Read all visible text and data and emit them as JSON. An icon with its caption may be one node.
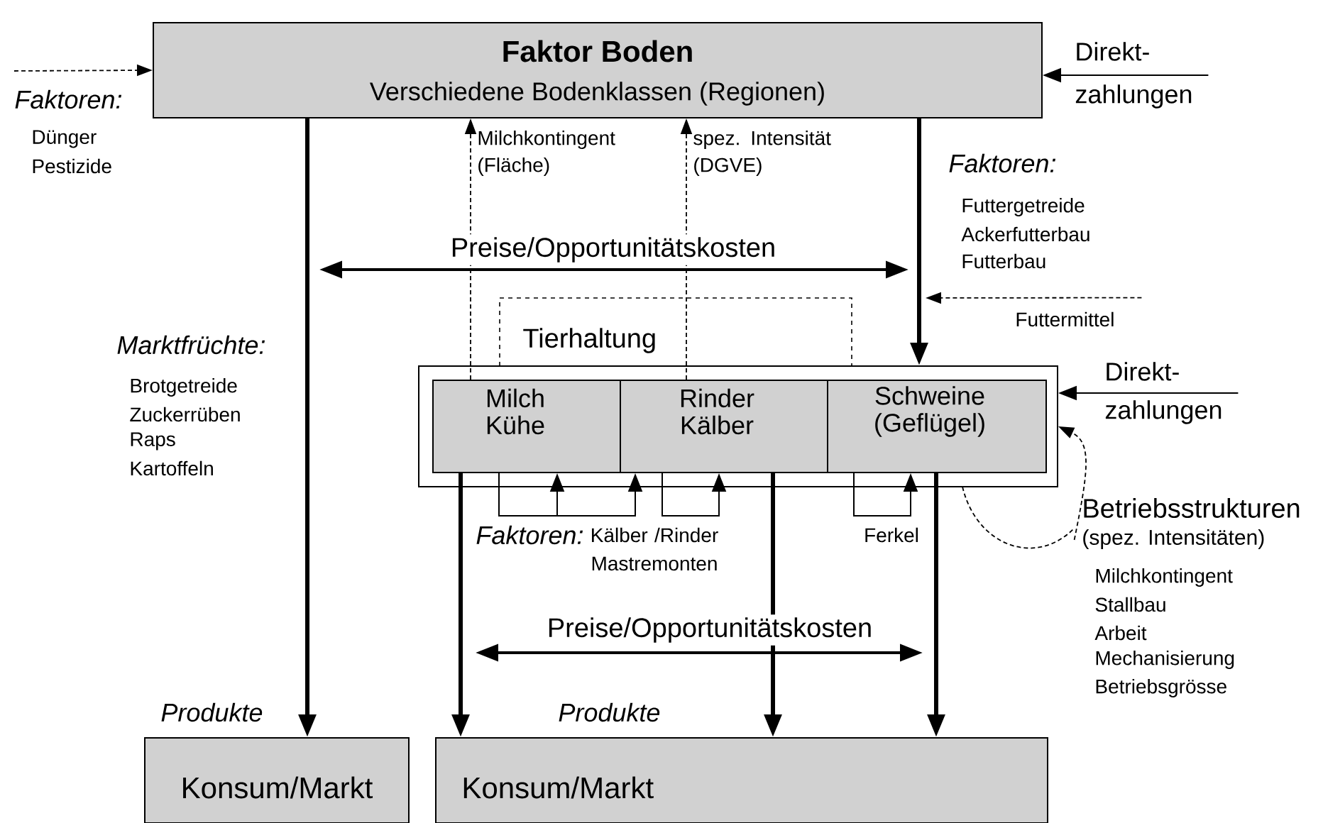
{
  "diagram": {
    "nodes": [
      {
        "text": [
          "Faktor Boden",
          "Verschiedene Bodenklassen (Regionen)"
        ]
      },
      {
        "text": [
          "Tierhaltung"
        ]
      },
      {
        "text": [],
        "shape": "box"
      },
      {
        "text": [
          "Milch Kühe"
        ],
        "in": 2
      },
      {
        "text": [
          "Rinder Kälber"
        ],
        "in": 2
      },
      {
        "text": [
          "Schweine (Geflügel)"
        ],
        "in": 2
      },
      {
        "text": [
          "Konsum/Markt"
        ],
        "beside": [
          "Produkte"
        ]
      },
      {
        "text": [
          "Konsum/Markt"
        ],
        "beside": [
          "Produkte"
        ]
      },
      {
        "text": [
          "Direkt- zahlungen"
        ]
      },
      {
        "text": [
          "Direkt- zahlungen"
        ]
      },
      {
        "text": [
          "Futtermittel"
        ]
      },
      {
        "text": [
          "Betriebsstrukturen",
          "(spez. Intensitäten)"
        ]
      }
    ],
    "edges": [
      {
        "from": null,
        "to": 0,
        "arrow": "to",
        "style": "dashed"
      },
      {
        "from": 8,
        "to": 0,
        "arrow": "to"
      },
      {
        "from": 0,
        "to": 6,
        "arrow": "to",
        "style": "thick"
      },
      {
        "from": 0,
        "to": 2,
        "arrow": "to",
        "style": "thick"
      },
      {
        "from": 10,
        "to": null,
        "arrow": "to",
        "style": "dashed"
      },
      {
        "from": 3,
        "to": 0,
        "arrow": "to",
        "style": "dashed",
        "label": "Milchkontingent (Fläche)"
      },
      {
        "from": 4,
        "to": 0,
        "arrow": "to",
        "style": "dashed",
        "label": "spez. Intensität (DGVE)"
      },
      {
        "from": 9,
        "to": 2,
        "arrow": "to"
      },
      {
        "from": 11,
        "to": 2,
        "arrow": "to",
        "style": "dashed"
      },
      {
        "from": 3,
        "to": 3,
        "arrow": "to"
      },
      {
        "from": 3,
        "to": 4,
        "arrow": "to"
      },
      {
        "from": 4,
        "to": 4,
        "arrow": "to"
      },
      {
        "from": 5,
        "to": 5,
        "arrow": "to"
      },
      {
        "from": 3,
        "to": 7,
        "arrow": "to",
        "style": "thick"
      },
      {
        "from": 4,
        "to": 7,
        "arrow": "to",
        "style": "thick"
      },
      {
        "from": 5,
        "to": 7,
        "arrow": "to",
        "style": "thick"
      }
    ],
    "labels": [
      "Faktoren:",
      "Dünger",
      "Pestizide",
      "Preise/Opportunitätskosten",
      "Faktoren:",
      "Futtergetreide",
      "Ackerfutterbau",
      "Futterbau",
      "Marktfrüchte:",
      "Brotgetreide",
      "Zuckerrüben",
      "Raps",
      "Kartoffeln",
      "Faktoren:",
      "Kälber /Rinder Mastremonten",
      "Ferkel",
      "Milchkontingent",
      "Stallbau",
      "Arbeit",
      "Mechanisierung",
      "Betriebsgrösse",
      "Preise/Opportunitätskosten"
    ]
  }
}
